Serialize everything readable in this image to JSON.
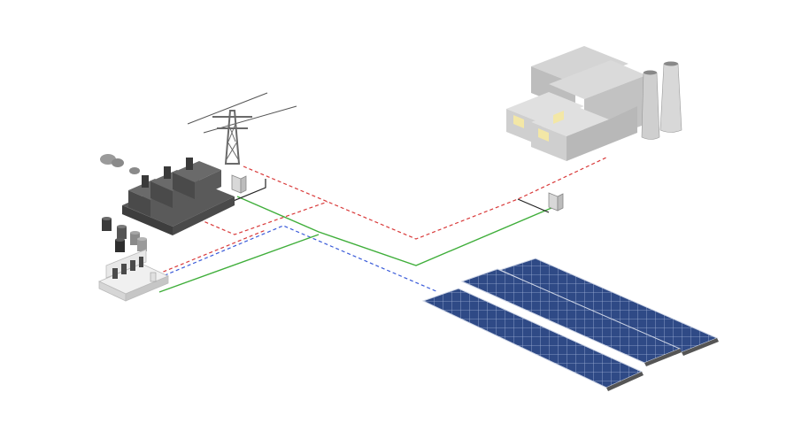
{
  "diagram": {
    "kind": "isometric energy system illustration",
    "components": [
      {
        "id": "transmission-tower",
        "icon": "transmission-tower-icon"
      },
      {
        "id": "generator-plant",
        "icon": "diesel-generator-icon"
      },
      {
        "id": "control-room",
        "icon": "control-room-icon"
      },
      {
        "id": "factory",
        "icon": "factory-icon"
      },
      {
        "id": "solar-array",
        "icon": "solar-panel-icon"
      }
    ],
    "link_colors": {
      "power_green": "#3fae3a",
      "signal_red": "#d93a3a",
      "signal_blue": "#3a5bd9",
      "cable_black": "#222222"
    },
    "palette": {
      "building_light": "#e6e6e6",
      "building_mid": "#c9c9c9",
      "building_dark": "#9a9a9a",
      "machine_dark": "#4a4a4a",
      "panel_blue": "#2f4a86",
      "window_yellow": "#f3e7a6"
    }
  }
}
